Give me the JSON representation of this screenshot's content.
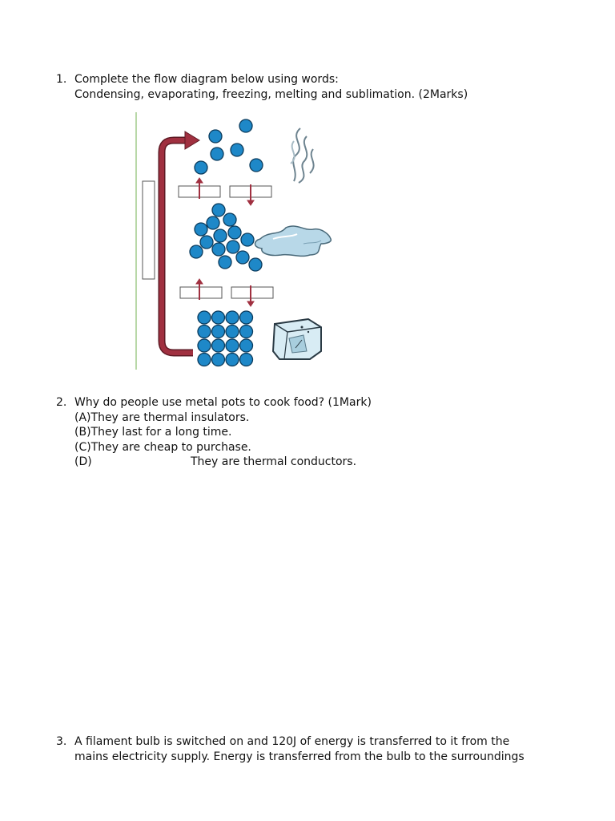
{
  "questions": [
    {
      "number": "1.",
      "lines": [
        "Complete the flow diagram below using words:",
        "Condensing, evaporating, freezing, melting and sublimation. (2Marks)"
      ]
    },
    {
      "number": "2.",
      "stem": "Why do people use metal pots to cook food? (1Mark)",
      "options": [
        {
          "label": "(A)",
          "text": "They are thermal insulators."
        },
        {
          "label": "(B)",
          "text": "They last for a long time."
        },
        {
          "label": "(C)",
          "text": "They are cheap to purchase."
        },
        {
          "label": "(D)",
          "text": "They are thermal conductors."
        }
      ]
    },
    {
      "number": "3.",
      "lines": [
        "A filament bulb is switched on and 120J of energy is transferred to it from the",
        "mains electricity supply. Energy is transferred from the bulb to the surroundings"
      ]
    }
  ],
  "diagram": {
    "states": [
      "gas",
      "liquid",
      "solid"
    ],
    "answer_boxes": [
      "",
      "",
      "",
      "",
      ""
    ],
    "colors": {
      "particle": "#1e88c8",
      "particle_outline": "#0b3b5c",
      "arrow": "#a03040",
      "line": "#b8d8a8",
      "steam": "#8a9ea8",
      "puddle": "#b8d8e8",
      "ice": "#d8ecf4"
    }
  }
}
